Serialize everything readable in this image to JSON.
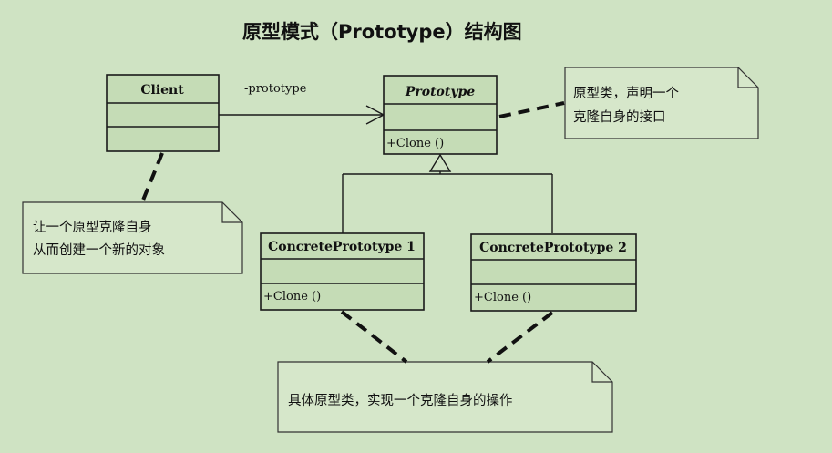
{
  "diagram": {
    "title": "原型模式（Prototype）结构图",
    "association_label": "-prototype",
    "classes": {
      "client": {
        "name": "Client"
      },
      "prototype": {
        "name": "Prototype",
        "method": "+Clone ()"
      },
      "concrete1": {
        "name": "ConcretePrototype 1",
        "method": "+Clone ()"
      },
      "concrete2": {
        "name": "ConcretePrototype 2",
        "method": "+Clone ()"
      }
    },
    "notes": {
      "prototype_note": [
        "原型类，声明一个",
        "克隆自身的接口"
      ],
      "client_note": [
        "让一个原型克隆自身",
        "从而创建一个新的对象"
      ],
      "concrete_note": [
        "具体原型类，实现一个克隆自身的操作"
      ]
    },
    "colors": {
      "background": "#cfe3c3",
      "class_fill": "#c5dcb6",
      "note_fill": "#d6e7ca",
      "stroke": "#1a1a1a"
    }
  }
}
